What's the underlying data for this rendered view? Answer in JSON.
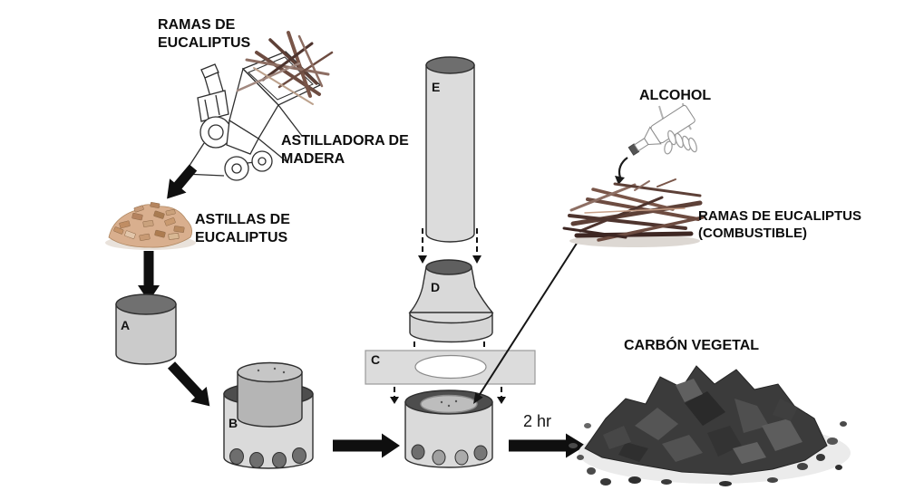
{
  "diagram": {
    "labels": {
      "branches_source": "RAMAS DE EUCALIPTUS",
      "chipper": "ASTILLADORA DE MADERA",
      "chips": "ASTILLAS DE EUCALIPTUS",
      "alcohol": "ALCOHOL",
      "branches_fuel": "RAMAS DE EUCALIPTUS (COMBUSTIBLE)",
      "charcoal": "CARBÓN VEGETAL",
      "duration": "2 hr"
    },
    "part_letters": {
      "a": "A",
      "b": "B",
      "c": "C",
      "d": "D",
      "e": "E"
    },
    "illustrations": [
      "wood-chipper-icon",
      "wood-chips-icon",
      "container-a-icon",
      "stove-b-icon",
      "cylinder-e-icon",
      "funnel-d-icon",
      "plate-c-icon",
      "stove-assembled-icon",
      "alcohol-bottle-icon",
      "fuel-branches-icon",
      "charcoal-pile-icon"
    ],
    "colors": {
      "label_text": "#0d0d0d",
      "arrow_black": "#111111",
      "metal_light": "#d6d6d6",
      "metal_dark": "#6e6e6e",
      "ring_dark": "#4d4d4d",
      "plate_gray": "#dcdcdc",
      "chips_tan": "#d9af8e",
      "branch_brown": "#5d4037",
      "charcoal_dark": "#3b3b3b"
    }
  }
}
